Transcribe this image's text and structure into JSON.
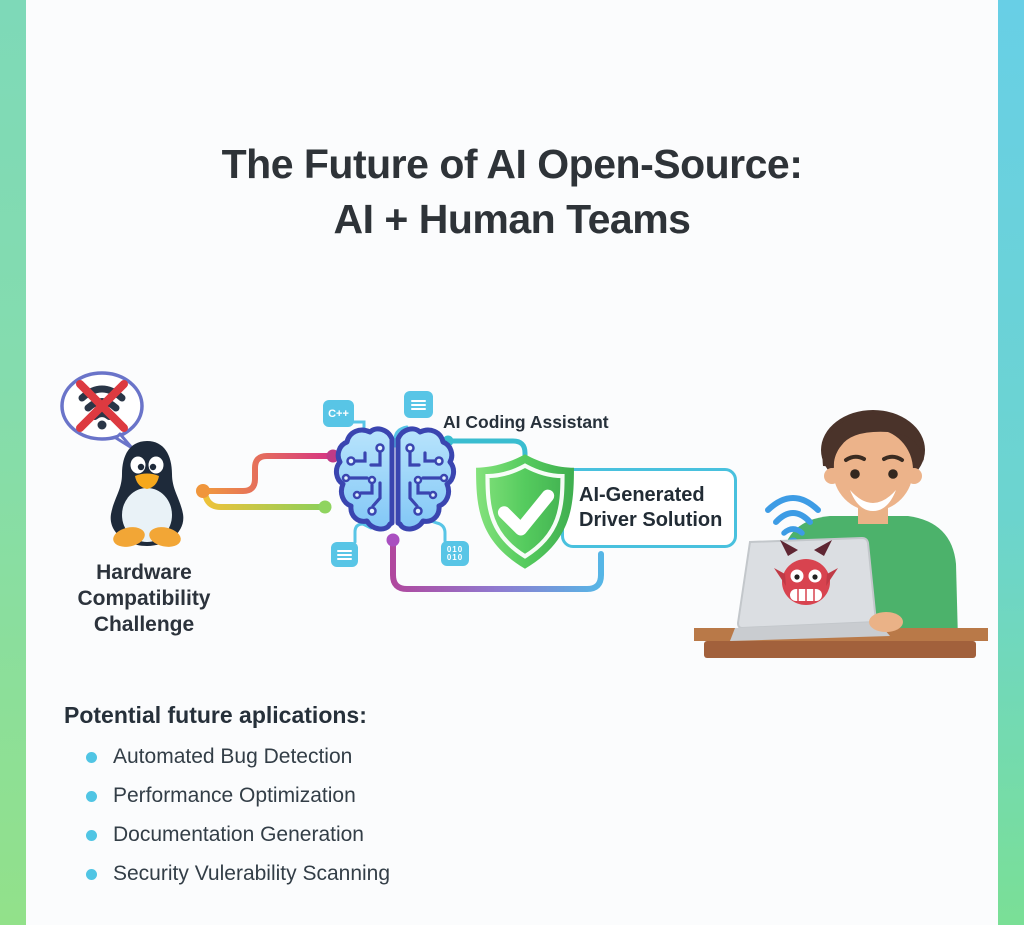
{
  "title": {
    "line1": "The Future of AI Open-Source:",
    "line2": "AI + Human Teams"
  },
  "challenge": {
    "line1": "Hardware",
    "line2": "Compatibility",
    "line3": "Challenge"
  },
  "ai": {
    "assistant_label": "AI Coding Assistant",
    "cpp_chip_label": "C++",
    "binary_chip_row1": "010",
    "binary_chip_row2": "010"
  },
  "solution": {
    "line1": "AI-Generated",
    "line2": "Driver Solution"
  },
  "applications": {
    "heading": "Potential future aplications:",
    "items": [
      "Automated Bug Detection",
      "Performance Optimization",
      "Documentation Generation",
      "Security Vulerability Scanning"
    ]
  },
  "icons": {
    "thought_bubble": "no-wifi-crossed-icon",
    "penguin": "linux-tux-mascot",
    "brain": "circuit-brain-icon",
    "shield": "green-shield-check-icon",
    "wifi": "wifi-icon",
    "devil": "devil-bug-icon",
    "doc_chips": "code-lines-icon"
  },
  "colors": {
    "bar_left_top": "#7ed9b8",
    "bar_left_bottom": "#92e18a",
    "bar_right_top": "#68cfe6",
    "bar_right_bottom": "#7adf96",
    "accent_cyan": "#49c1de",
    "chip_cyan": "#58c5e6",
    "shield_green_light": "#80e075",
    "shield_green_dark": "#3fae4f",
    "line_orange": "#f09a3e",
    "line_magenta": "#d63384",
    "line_green": "#8bd05a",
    "line_purple": "#b0489e",
    "line_blue": "#56b6e6",
    "bullet_cyan": "#50c5e4",
    "shirt_green": "#4cb26b",
    "desk_brown": "#b97948",
    "devil_red": "#d8434f",
    "text_dark": "#2e3338"
  }
}
